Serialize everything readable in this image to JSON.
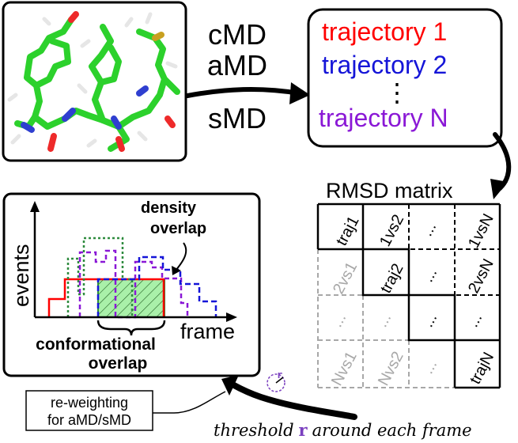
{
  "methods": {
    "line1": "cMD",
    "line2": "aMD",
    "line3": "sMD"
  },
  "trajectories": {
    "items": [
      {
        "label": "trajectory 1",
        "color": "#ff0000"
      },
      {
        "label": "trajectory 2",
        "color": "#1515d8"
      },
      {
        "label": "trajectory N",
        "color": "#8a18d6"
      }
    ],
    "ellipsis": "⋮"
  },
  "rmsd": {
    "title": "RMSD matrix",
    "cells": [
      [
        "traj1",
        "1vs2",
        "...",
        "1vsN"
      ],
      [
        "2vs1",
        "traj2",
        "...",
        "2vsN"
      ],
      [
        "...",
        "...",
        "...",
        "..."
      ],
      [
        "Nvs1",
        "Nvs2",
        "...",
        "trajN"
      ]
    ]
  },
  "histogram": {
    "ylabel": "events",
    "xlabel": "frame",
    "density_overlap": [
      "density",
      "overlap"
    ],
    "conformational_overlap": [
      "conformational",
      "overlap"
    ]
  },
  "reweighting": [
    "re-weighting",
    "for aMD/sMD"
  ],
  "threshold": {
    "before": "threshold",
    "symbol": "r",
    "after": "around each frame"
  },
  "r_icon_label": "r",
  "colors": {
    "traj1": "#ff0000",
    "traj2": "#1515d8",
    "trajN": "#8a18d6",
    "green": "#2e8b3e",
    "fill": "#a9f0a9",
    "gray": "#a8a8a8",
    "r_accent": "#7a3fbf"
  }
}
